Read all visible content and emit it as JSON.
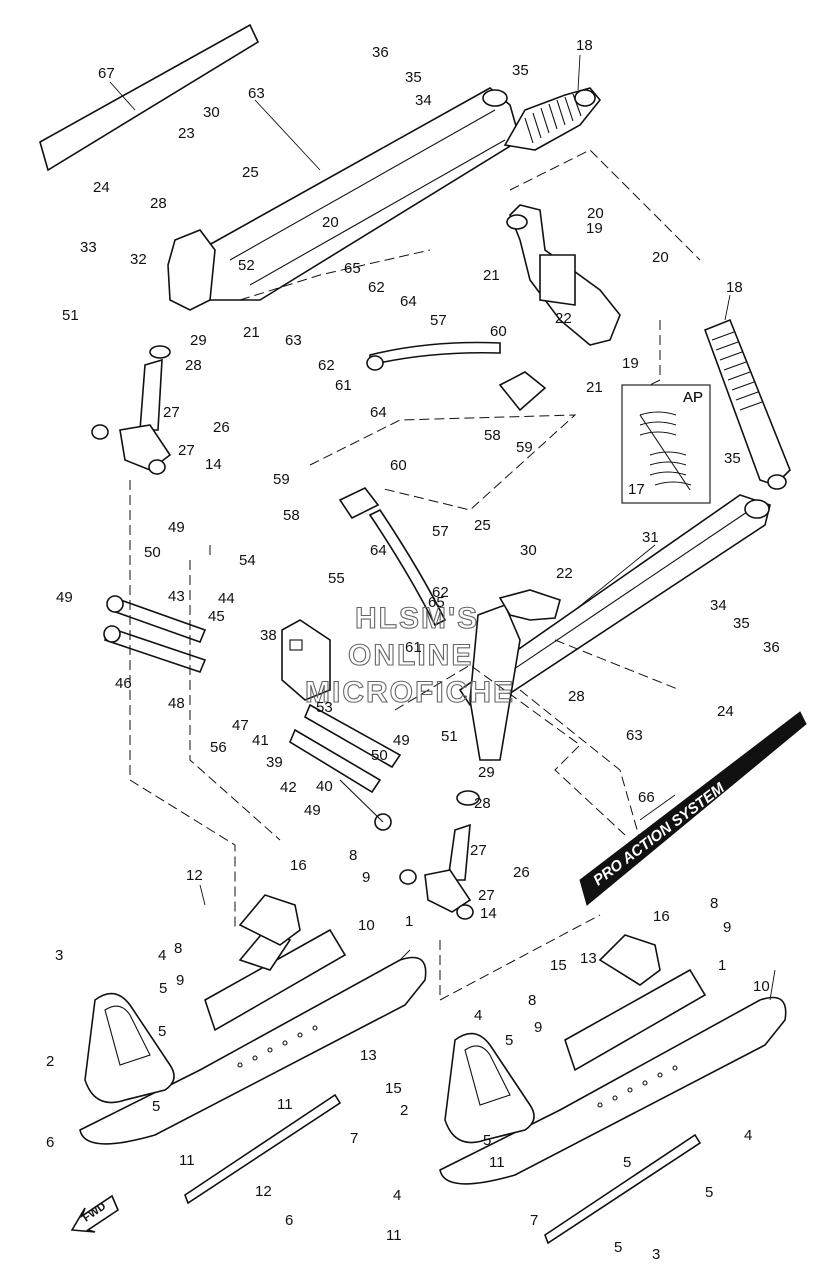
{
  "diagram": {
    "banner_text": "PRO ACTION SYSTEM",
    "ap_label": "AP",
    "fwd_label": "FWD",
    "watermark": [
      "HLSM'S",
      "ONLINE",
      "MICROFICHE"
    ]
  },
  "callouts": [
    "67",
    "63",
    "36",
    "35",
    "34",
    "35",
    "18",
    "30",
    "23",
    "24",
    "25",
    "28",
    "20",
    "33",
    "32",
    "52",
    "51",
    "21",
    "65",
    "62",
    "64",
    "63",
    "62",
    "61",
    "57",
    "64",
    "29",
    "28",
    "60",
    "22",
    "20",
    "18",
    "21",
    "19",
    "19",
    "20",
    "21",
    "58",
    "59",
    "AP",
    "17",
    "27",
    "26",
    "27",
    "35",
    "14",
    "59",
    "60",
    "58",
    "57",
    "25",
    "30",
    "22",
    "31",
    "64",
    "55",
    "62",
    "65",
    "54",
    "50",
    "49",
    "49",
    "43",
    "44",
    "45",
    "38",
    "61",
    "34",
    "35",
    "36",
    "46",
    "28",
    "24",
    "48",
    "53",
    "63",
    "51",
    "56",
    "47",
    "41",
    "39",
    "49",
    "50",
    "42",
    "40",
    "29",
    "28",
    "49",
    "66",
    "27",
    "26",
    "27",
    "12",
    "16",
    "8",
    "9",
    "10",
    "14",
    "16",
    "8",
    "9",
    "3",
    "4",
    "5",
    "8",
    "9",
    "1",
    "15",
    "13",
    "10",
    "1",
    "2",
    "5",
    "13",
    "15",
    "4",
    "5",
    "8",
    "9",
    "11",
    "5",
    "6",
    "7",
    "2",
    "11",
    "5",
    "12",
    "4",
    "5",
    "11",
    "7",
    "5",
    "4",
    "6",
    "11",
    "5",
    "3"
  ]
}
